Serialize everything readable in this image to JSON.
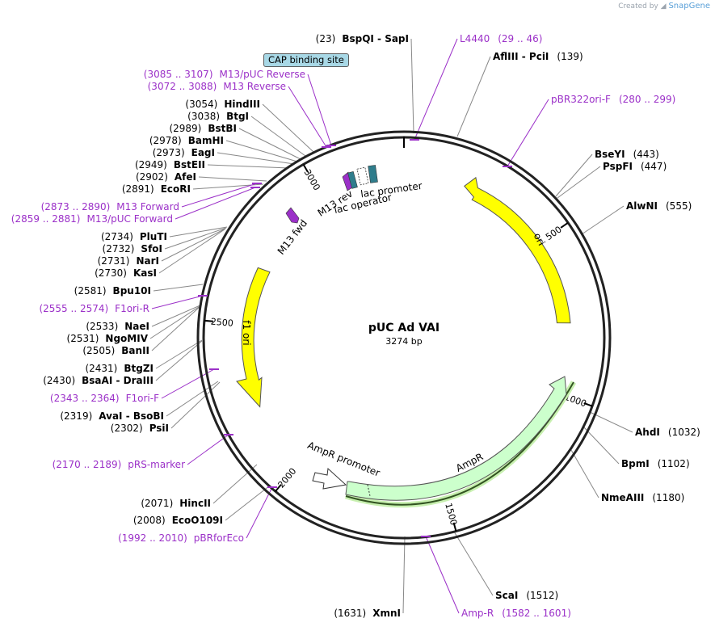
{
  "brand": {
    "created_by": "Created by",
    "product": "SnapGene"
  },
  "plasmid": {
    "name": "pUC Ad VAI",
    "length": "3274 bp",
    "total_bp": 3274
  },
  "colors": {
    "site_label": "#000000",
    "primer_label": "#9b30c8",
    "ori_feature": "#ffff00",
    "ampr_feature": "#ccffcc",
    "cap_site": "#a8d8e6",
    "lac_promoter": "#2f7d8c",
    "primer_arrow": "#9b30c8"
  },
  "cap_label": "CAP binding site",
  "sites_left": [
    {
      "pos": "(23)",
      "name": "BspQI  - SapI"
    },
    {
      "pos": "(3085 .. 3107)",
      "name": "M13/pUC Reverse",
      "primer": true
    },
    {
      "pos": "(3072 .. 3088)",
      "name": "M13 Reverse",
      "primer": true
    },
    {
      "pos": "(3054)",
      "name": "HindIII"
    },
    {
      "pos": "(3038)",
      "name": "BtgI"
    },
    {
      "pos": "(2989)",
      "name": "BstBI"
    },
    {
      "pos": "(2978)",
      "name": "BamHI"
    },
    {
      "pos": "(2973)",
      "name": "EagI"
    },
    {
      "pos": "(2949)",
      "name": "BstEII"
    },
    {
      "pos": "(2902)",
      "name": "AfeI"
    },
    {
      "pos": "(2891)",
      "name": "EcoRI"
    },
    {
      "pos": "(2873 .. 2890)",
      "name": "M13 Forward",
      "primer": true
    },
    {
      "pos": "(2859 .. 2881)",
      "name": "M13/pUC Forward",
      "primer": true
    },
    {
      "pos": "(2734)",
      "name": "PluTI"
    },
    {
      "pos": "(2732)",
      "name": "SfoI"
    },
    {
      "pos": "(2731)",
      "name": "NarI"
    },
    {
      "pos": "(2730)",
      "name": "KasI"
    },
    {
      "pos": "(2581)",
      "name": "Bpu10I"
    },
    {
      "pos": "(2555 .. 2574)",
      "name": "F1ori-R",
      "primer": true
    },
    {
      "pos": "(2533)",
      "name": "NaeI"
    },
    {
      "pos": "(2531)",
      "name": "NgoMIV"
    },
    {
      "pos": "(2505)",
      "name": "BanII"
    },
    {
      "pos": "(2431)",
      "name": "BtgZI"
    },
    {
      "pos": "(2430)",
      "name": "BsaAI  - DraIII"
    },
    {
      "pos": "(2343 .. 2364)",
      "name": "F1ori-F",
      "primer": true
    },
    {
      "pos": "(2319)",
      "name": "AvaI  - BsoBI"
    },
    {
      "pos": "(2302)",
      "name": "PsiI"
    },
    {
      "pos": "(2170 .. 2189)",
      "name": "pRS-marker",
      "primer": true
    },
    {
      "pos": "(2071)",
      "name": "HincII"
    },
    {
      "pos": "(2008)",
      "name": "EcoO109I"
    },
    {
      "pos": "(1992 .. 2010)",
      "name": "pBRforEco",
      "primer": true
    },
    {
      "pos": "(1631)",
      "name": "XmnI"
    }
  ],
  "sites_right": [
    {
      "name": "L4440",
      "pos": "(29 .. 46)",
      "primer": true
    },
    {
      "name": "AflIII  - PciI",
      "pos": "(139)"
    },
    {
      "name": "pBR322ori-F",
      "pos": "(280 .. 299)",
      "primer": true
    },
    {
      "name": "BseYI",
      "pos": "(443)"
    },
    {
      "name": "PspFI",
      "pos": "(447)"
    },
    {
      "name": "AlwNI",
      "pos": "(555)"
    },
    {
      "name": "AhdI",
      "pos": "(1032)"
    },
    {
      "name": "BpmI",
      "pos": "(1102)"
    },
    {
      "name": "NmeAIII",
      "pos": "(1180)"
    },
    {
      "name": "ScaI",
      "pos": "(1512)"
    },
    {
      "name": "Amp-R",
      "pos": "(1582 .. 1601)",
      "primer": true
    }
  ],
  "ticks": [
    "500",
    "1000",
    "1500",
    "2000",
    "2500",
    "3000"
  ],
  "features": {
    "ori": "ori",
    "f1_ori": "f1 ori",
    "ampr": "AmpR",
    "ampr_promoter": "AmpR promoter",
    "m13_fwd": "M13 fwd",
    "m13_rev": "M13 rev",
    "lac_promoter": "lac promoter",
    "lac_operator": "lac operator"
  }
}
